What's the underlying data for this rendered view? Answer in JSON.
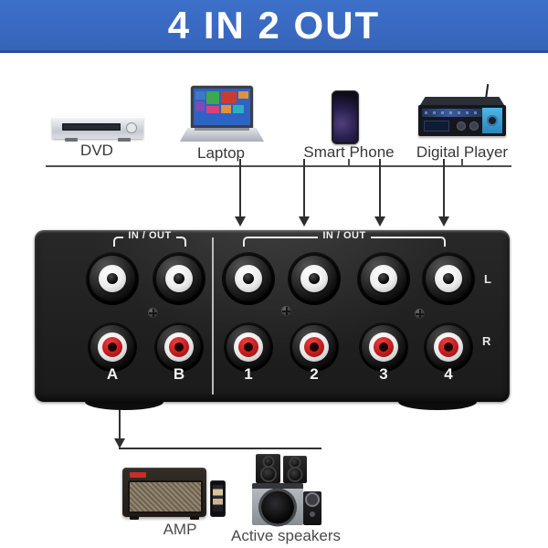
{
  "banner": {
    "text": "4 IN 2 OUT"
  },
  "sources": {
    "items": [
      {
        "label": "DVD"
      },
      {
        "label": "Laptop"
      },
      {
        "label": "Smart Phone"
      },
      {
        "label": "Digital Player"
      }
    ]
  },
  "switcher": {
    "output_section": {
      "header": "IN / OUT",
      "ports": [
        "A",
        "B"
      ]
    },
    "input_section": {
      "header": "IN / OUT",
      "ports": [
        "1",
        "2",
        "3",
        "4"
      ]
    },
    "channel_left": "L",
    "channel_right": "R"
  },
  "outputs": {
    "items": [
      {
        "label": "AMP"
      },
      {
        "label": "Active speakers"
      }
    ]
  },
  "colors": {
    "banner_blue": "#3a6bc4",
    "banner_border": "#2a4f98",
    "chassis_black": "#1e1e1e",
    "jack_white": "#f0f0f0",
    "jack_red": "#c21d1d",
    "line_gray": "#4f4f4f",
    "arrow_dark": "#2e2e2e"
  }
}
